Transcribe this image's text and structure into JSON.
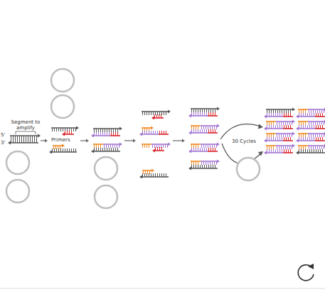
{
  "diagram": {
    "labels": [
      "Segment to amplify",
      "5'",
      "3'",
      "Primers",
      "30 Cycles"
    ]
  }
}
